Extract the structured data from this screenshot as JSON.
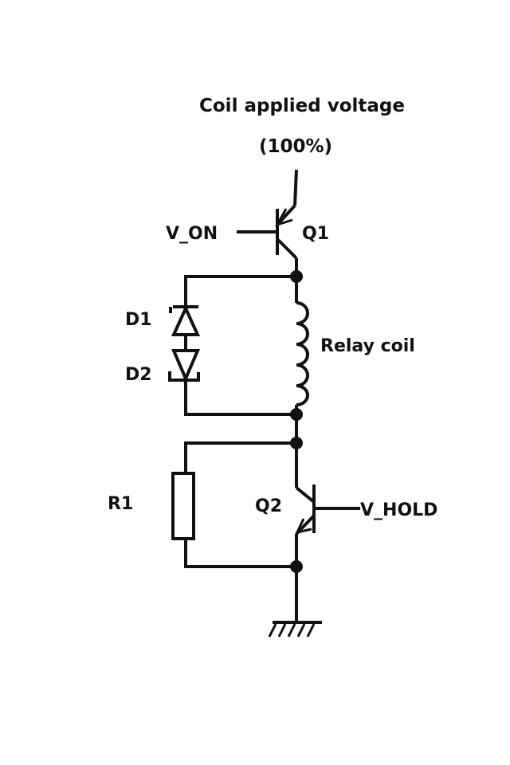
{
  "title": {
    "line1": "Coil applied voltage",
    "line2": "(100%)"
  },
  "labels": {
    "v_on": "V_ON",
    "q1": "Q1",
    "d1": "D1",
    "d2": "D2",
    "relay_coil": "Relay coil",
    "r1": "R1",
    "q2": "Q2",
    "v_hold": "V_HOLD"
  }
}
